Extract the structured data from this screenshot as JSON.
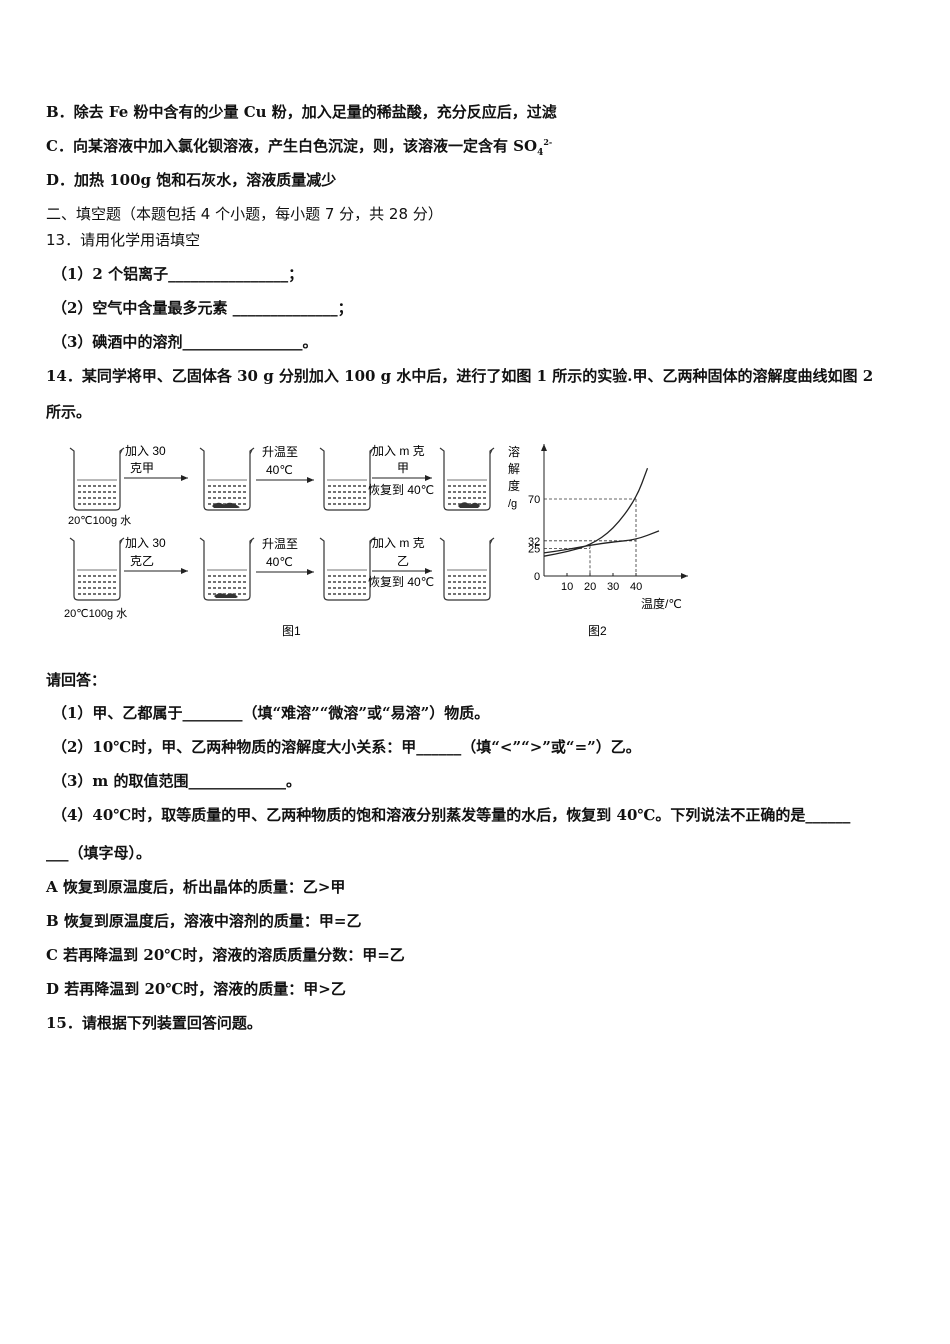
{
  "q12": {
    "optB": "B．除去 Fe 粉中含有的少量 Cu 粉，加入足量的稀盐酸，充分反应后，过滤",
    "optC_main": "C．向某溶液中加入氯化钡溶液，产生白色沉淀，则，该溶液一定含有 SO",
    "optC_sub": "4",
    "optC_sup": "2-",
    "optD": "D．加热 100g 饱和石灰水，溶液质量减少"
  },
  "section2": {
    "heading": "二、填空题（本题包括 4 个小题，每小题 7 分，共 28 分）"
  },
  "q13": {
    "stem": "13．请用化学用语填空",
    "p1": "（1）2 个铝离子________________；",
    "p2": "（2）空气中含量最多元素 ______________；",
    "p3": "（3）碘酒中的溶剂________________。"
  },
  "q14": {
    "stem1": "14．某同学将甲、乙固体各 30 g 分别加入 100 g 水中后，进行了如图 1 所示的实验.甲、乙两种固体的溶解度曲线如图 2",
    "stem2": "所示。",
    "fig1": {
      "row1_step1": [
        "加入 30",
        "克甲"
      ],
      "row1_step2": [
        "升温至",
        "40℃"
      ],
      "row1_step3_top": [
        "加入 m 克",
        "甲"
      ],
      "row1_step3_bottom": "恢复到 40℃",
      "row1_caption": "20℃100g 水",
      "row2_step1": [
        "加入 30",
        "克乙"
      ],
      "row2_step2": [
        "升温至",
        "40℃"
      ],
      "row2_step3_top": [
        "加入 m 克",
        "乙"
      ],
      "row2_step3_bottom": "恢复到 40℃",
      "row2_caption": "20℃100g 水",
      "caption": "图1"
    },
    "fig2": {
      "y_label_chars": [
        "溶",
        "解",
        "度",
        "/g"
      ],
      "x_label": "温度/℃",
      "origin": "0",
      "caption": "图2"
    },
    "chart_data": {
      "type": "line",
      "xlabel": "温度/℃",
      "ylabel": "溶解度/g",
      "x_ticks": [
        "10",
        "20",
        "30",
        "40"
      ],
      "y_ticks": [
        "25",
        "32",
        "70"
      ],
      "series": [
        {
          "points": [
            [
              0,
              18
            ],
            [
              10,
              22
            ],
            [
              20,
              28
            ],
            [
              30,
              42
            ],
            [
              40,
              70
            ],
            [
              45,
              98
            ]
          ]
        },
        {
          "points": [
            [
              0,
              21
            ],
            [
              10,
              24
            ],
            [
              20,
              28
            ],
            [
              30,
              31
            ],
            [
              40,
              33
            ],
            [
              50,
              41
            ]
          ]
        }
      ]
    },
    "ask": "请回答：",
    "a1": "（1）甲、乙都属于________（填“难溶”“微溶”或“易溶”）物质。",
    "a2": "（2）10℃时，甲、乙两种物质的溶解度大小关系：甲______（填“<”“>”或“=”）乙。",
    "a3": "（3）m 的取值范围_____________。",
    "a4_1": "（4）40℃时，取等质量的甲、乙两种物质的饱和溶液分别蒸发等量的水后，恢复到 40℃。下列说法不正确的是______",
    "a4_2": "___（填字母）。",
    "optA": "A 恢复到原温度后，析出晶体的质量：乙>甲",
    "optB": "B 恢复到原温度后，溶液中溶剂的质量：甲=乙",
    "optC": "C 若再降温到 20℃时，溶液的溶质质量分数：甲=乙",
    "optD": "D 若再降温到 20℃时，溶液的质量：甲>乙"
  },
  "q15": {
    "stem": "15．请根据下列装置回答问题。"
  }
}
